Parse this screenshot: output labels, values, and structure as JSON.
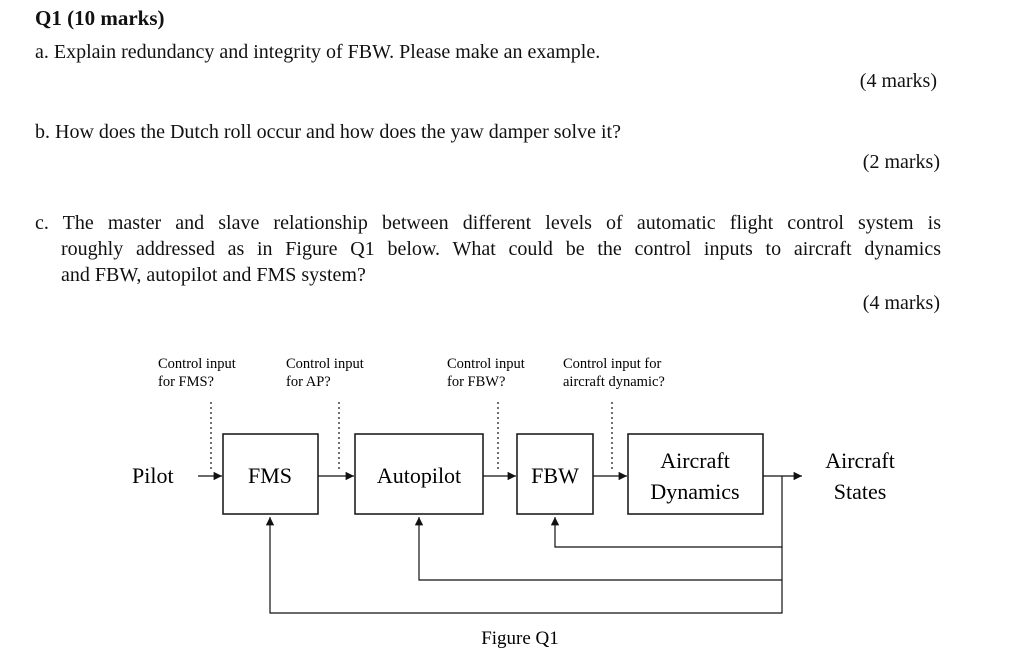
{
  "question": {
    "title": "Q1 (10 marks)",
    "parts": [
      {
        "text": "a. Explain redundancy and integrity of FBW. Please make an example.",
        "marks": "(4 marks)"
      },
      {
        "text": "b. How does the Dutch roll occur and how does the yaw damper solve it?",
        "marks": "(2 marks)"
      },
      {
        "lines": [
          "c. The master and slave relationship between different levels of automatic flight control system is",
          "roughly addressed as in Figure Q1 below. What could be the control inputs to aircraft dynamics",
          "and FBW, autopilot and FMS system?"
        ],
        "marks": "(4 marks)"
      }
    ]
  },
  "figure": {
    "control_inputs": [
      {
        "line1": "Control input",
        "line2": "for FMS?"
      },
      {
        "line1": "Control input",
        "line2": "for AP?"
      },
      {
        "line1": "Control input",
        "line2": "for FBW?"
      },
      {
        "line1": "Control input for",
        "line2": "aircraft dynamic?"
      }
    ],
    "input_label": "Pilot",
    "blocks": [
      {
        "label": "FMS"
      },
      {
        "label": "Autopilot"
      },
      {
        "label": "FBW"
      },
      {
        "line1": "Aircraft",
        "line2": "Dynamics"
      }
    ],
    "output": {
      "line1": "Aircraft",
      "line2": "States"
    },
    "caption": "Figure Q1"
  }
}
